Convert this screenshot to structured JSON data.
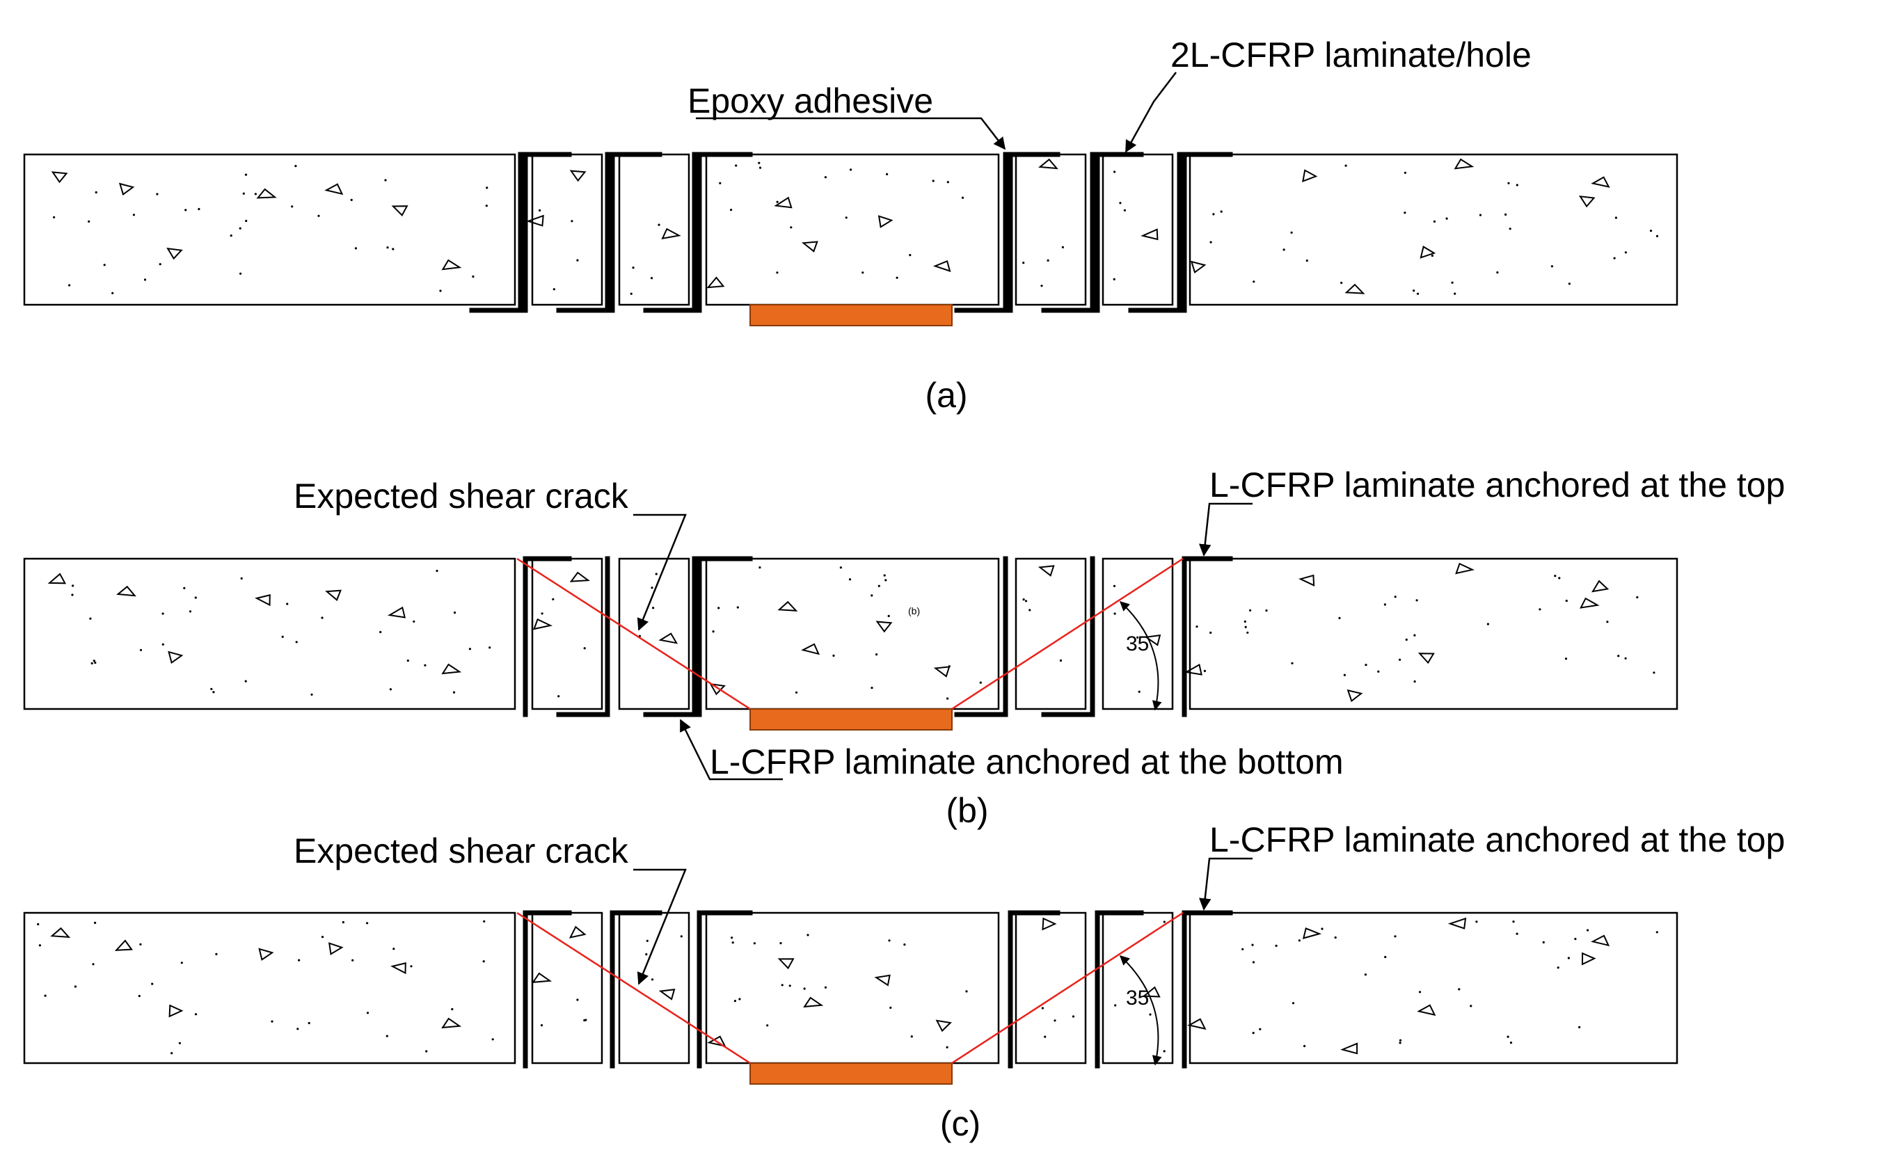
{
  "labels": {
    "epoxy": "Epoxy adhesive",
    "two_l_cfrp": "2L-CFRP laminate/hole",
    "shear_crack": "Expected shear crack",
    "anchored_top": "L-CFRP laminate anchored at the top",
    "anchored_bottom": "L-CFRP laminate anchored at the bottom",
    "angle": "35",
    "small_mark": "(b)"
  },
  "captions": {
    "a": "(a)",
    "b": "(b)",
    "c": "(c)"
  },
  "colors": {
    "crack_line": "#e8231b",
    "plate": "#e86a1c",
    "plate_edge": "#8a3a05",
    "laminate": "#000000"
  }
}
